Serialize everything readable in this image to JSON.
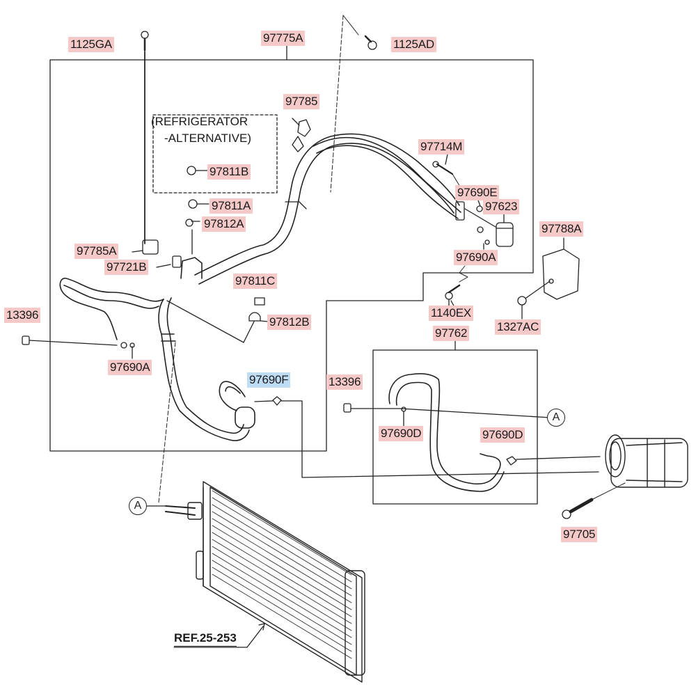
{
  "labels": {
    "p_1125GA": "1125GA",
    "p_97775A": "97775A",
    "p_1125AD": "1125AD",
    "p_97785": "97785",
    "p_97714M": "97714M",
    "p_97690E": "97690E",
    "p_97623": "97623",
    "p_97788A": "97788A",
    "p_97811B": "97811B",
    "p_97811A": "97811A",
    "p_97812A": "97812A",
    "p_97785A": "97785A",
    "p_97721B": "97721B",
    "p_97690A_top": "97690A",
    "p_97811C": "97811C",
    "p_1140EX": "1140EX",
    "p_1327AC": "1327AC",
    "p_13396_left": "13396",
    "p_97812B": "97812B",
    "p_97762": "97762",
    "p_97690A_left": "97690A",
    "p_97690F": "97690F",
    "p_13396_mid": "13396",
    "p_97690D_left": "97690D",
    "p_97690D_right": "97690D",
    "p_97705": "97705"
  },
  "notes": {
    "alt_line1": "(REFRIGERATOR",
    "alt_line2": "-ALTERNATIVE)",
    "ref": "REF.25-253"
  },
  "markers": {
    "a_right": "A",
    "a_left": "A"
  },
  "colors": {
    "part_highlight": "#f6c9c9",
    "selected_highlight": "#bfdcf5",
    "line": "#222222"
  }
}
